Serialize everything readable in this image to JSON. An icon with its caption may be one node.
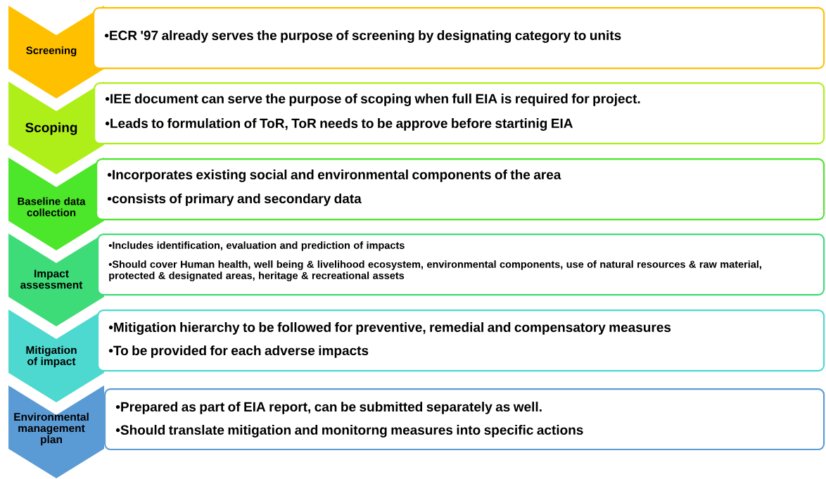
{
  "diagram": {
    "nodes": [
      {
        "text": [
          "Screening"
        ]
      },
      {
        "text": [
          "•ECR '97 already serves the purpose of screening by designating category to units"
        ]
      },
      {
        "text": [
          "Scoping"
        ]
      },
      {
        "text": [
          "•IEE document can serve the purpose of scoping when full EIA is required for project.",
          "•Leads to formulation of ToR, ToR needs to be approve before startinig EIA"
        ]
      },
      {
        "text": [
          "Baseline data collection"
        ]
      },
      {
        "text": [
          "•Incorporates existing social and environmental components of the area",
          "•consists of primary and secondary data"
        ]
      },
      {
        "text": [
          "Impact assessment"
        ]
      },
      {
        "text": [
          "•Includes identification, evaluation and prediction of impacts",
          "•Should cover Human health, well being & livelihood ecosystem, environmental components, use of natural resources & raw material,  protected & designated areas, heritage & recreational assets"
        ]
      },
      {
        "text": [
          "Mitigation of impact"
        ]
      },
      {
        "text": [
          "•Mitigation hierarchy to be followed for preventive, remedial and compensatory measures",
          "•To be provided for each adverse impacts"
        ]
      },
      {
        "text": [
          "Environmental management plan"
        ]
      },
      {
        "text": [
          "•Prepared as part of EIA report, can be submitted separately as well.",
          "•Should translate mitigation and monitorng measures into specific actions"
        ]
      }
    ]
  }
}
